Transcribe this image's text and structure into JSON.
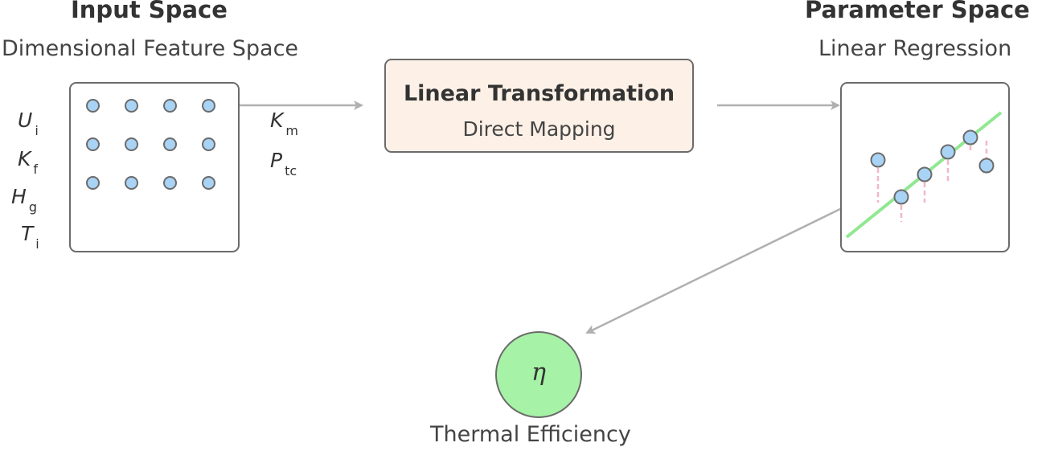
{
  "input_space": {
    "title": "Input Space",
    "subtitle": "Dimensional Feature Space",
    "variables": [
      {
        "symbol": "U",
        "sub": "i"
      },
      {
        "symbol": "K",
        "sub": "f"
      },
      {
        "symbol": "H",
        "sub": "g"
      },
      {
        "symbol": "T",
        "sub": "i"
      }
    ],
    "outputs": [
      {
        "symbol": "K",
        "sub": "m"
      },
      {
        "symbol": "P",
        "sub": "tc"
      }
    ]
  },
  "transformation": {
    "title": "Linear Transformation",
    "subtitle": "Direct Mapping"
  },
  "parameter_space": {
    "title": "Parameter Space",
    "subtitle": "Linear Regression"
  },
  "result": {
    "symbol": "η",
    "label": "Thermal Efficiency"
  },
  "colors": {
    "dot_fill": "#a9d3f5",
    "transform_fill": "#fdf1e7",
    "result_fill": "#a6f2a6",
    "regression_line": "#90e890",
    "residual": "#f4b6c8",
    "arrow": "#b0b0b0",
    "border": "#6b6b6b"
  }
}
